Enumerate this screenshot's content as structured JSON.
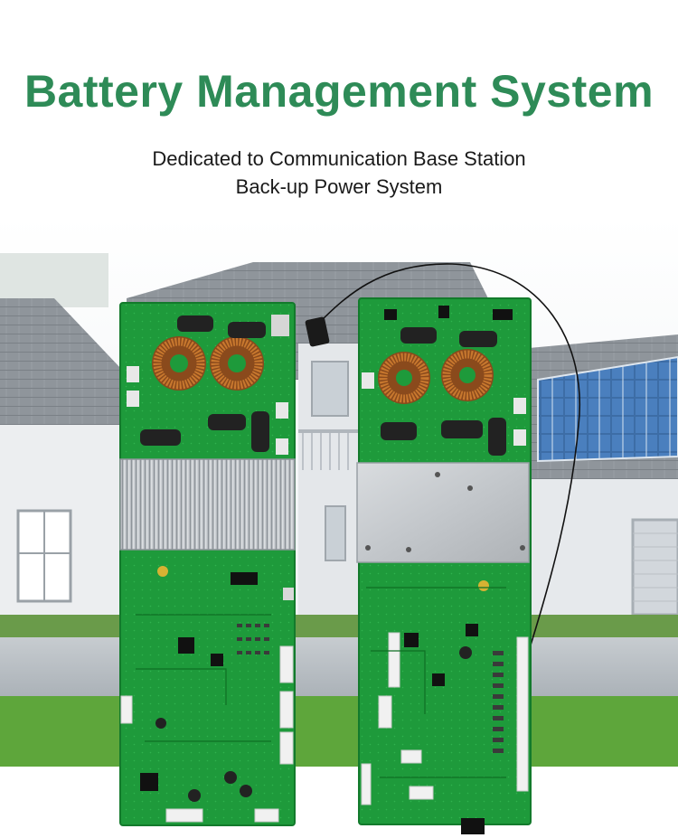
{
  "header": {
    "title": "Battery Management System",
    "subtitle_line1": "Dedicated to Communication Base Station",
    "subtitle_line2": "Back-up Power System"
  },
  "colors": {
    "title": "#2e8b57",
    "pcb_green": "#1f9a3c",
    "pcb_dark": "#137a2c",
    "heatsink": "#c8ccd0",
    "sky": "#eef2f5",
    "wall": "#e9ecee",
    "roof": "#8d9399",
    "solar": "#3f6fa8",
    "lawn": "#5fa83c",
    "road": "#b9bfc4"
  },
  "icons": {
    "left_board": "bms-pcb-board-left",
    "right_board": "bms-pcb-board-right",
    "house": "house-background",
    "solar": "solar-panel-icon"
  }
}
